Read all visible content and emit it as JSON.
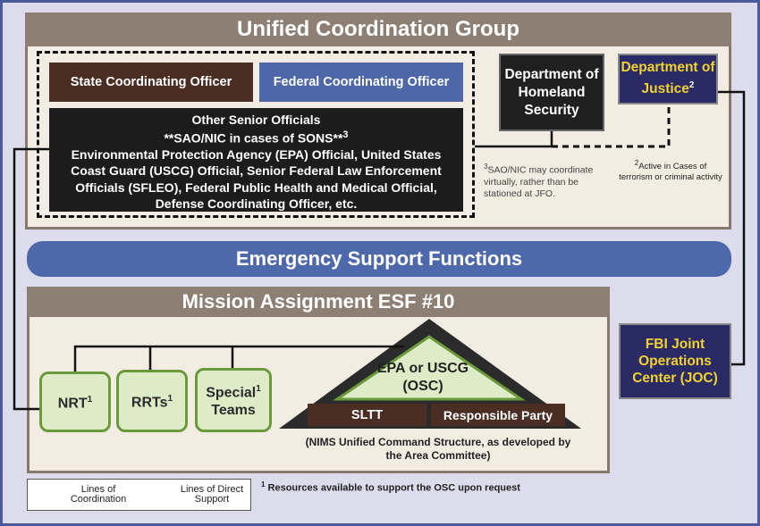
{
  "ucg": {
    "title": "Unified Coordination Group",
    "state_officer": "State Coordinating Officer",
    "federal_officer": "Federal Coordinating Officer",
    "other_officials_title": "Other Senior  Officials",
    "sao_line": "**SAO/NIC in cases of SONS**",
    "sao_sup": "3",
    "officials_list": "Environmental Protection Agency (EPA) Official, United States Coast Guard (USCG) Official, Senior Federal Law Enforcement Officials (SFLEO), Federal Public Health and Medical Official, Defense Coordinating Officer, etc.",
    "dhs": "Department of Homeland Security",
    "doj": "Department of Justice",
    "doj_sup": "2",
    "note_sao_sup": "3",
    "note_sao": "SAO/NIC may coordinate virtually, rather than be stationed at JFO.",
    "note_doj_sup": "2",
    "note_doj": "Active in Cases of terrorism or criminal activity"
  },
  "esf": {
    "label": "Emergency Support Functions"
  },
  "mission": {
    "title": "Mission Assignment ESF #10",
    "nrt": "NRT",
    "nrt_sup": "1",
    "rrts": "RRTs",
    "rrts_sup": "1",
    "special": "Special",
    "special_sup": "1",
    "teams": "Teams",
    "epa_osc": "EPA or USCG (OSC)",
    "sltt": "SLTT",
    "responsible_party": "Responsible Party",
    "nims": "(NIMS Unified Command Structure, as developed by the Area Committee)"
  },
  "fbi": {
    "label": "FBI Joint Operations Center (JOC)"
  },
  "legend": {
    "coordination": "Lines of Coordination",
    "direct_support": "Lines of Direct Support"
  },
  "footnote": {
    "sup": "1",
    "text": "Resources available to support the OSC upon request"
  },
  "colors": {
    "frame_bg": "#dcdcec",
    "header_brown": "#8d7f73",
    "esf_blue": "#4e68ac",
    "team_green": "#6b9a3c",
    "doj_gold": "#f2d230",
    "navy": "#2a2a66"
  }
}
